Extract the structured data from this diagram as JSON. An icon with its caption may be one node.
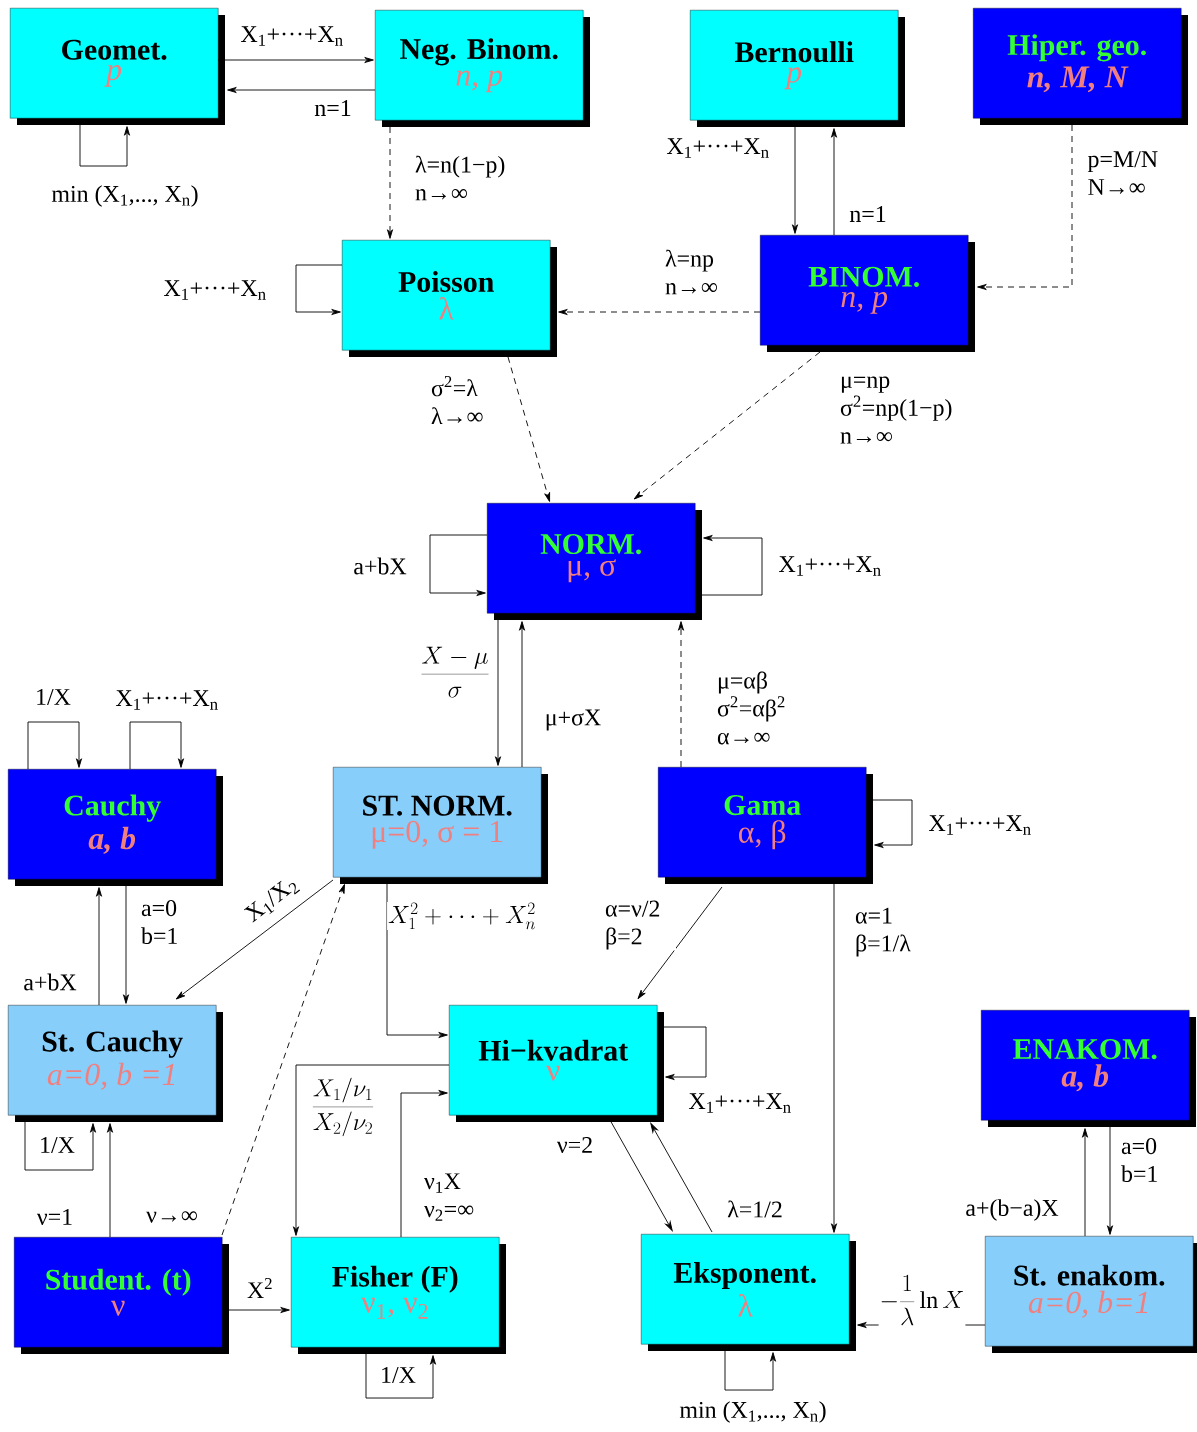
{
  "diagram": {
    "nodes": [
      {
        "text": [
          "Geomet.",
          "p"
        ]
      },
      {
        "text": [
          "Neg. Binom.",
          "n, p"
        ]
      },
      {
        "text": [
          "Bernoulli",
          "p"
        ]
      },
      {
        "text": [
          "Hiper. geo.",
          "n, M, N"
        ]
      },
      {
        "text": [
          "Poisson",
          "λ"
        ]
      },
      {
        "text": [
          "BINOM.",
          "n, p"
        ]
      },
      {
        "text": [
          "NORM.",
          "μ, σ"
        ]
      },
      {
        "text": [
          "Cauchy",
          "a, b"
        ]
      },
      {
        "text": [
          "ST. NORM.",
          "μ=0, σ = 1"
        ]
      },
      {
        "text": [
          "Gama",
          "α, β"
        ]
      },
      {
        "text": [
          "St. Cauchy",
          "a=0, b =1"
        ]
      },
      {
        "text": [
          "Hi−kvadrat",
          "ν"
        ]
      },
      {
        "text": [
          "ENAKOM.",
          "a, b"
        ]
      },
      {
        "text": [
          "Student. (t)",
          "ν"
        ]
      },
      {
        "text": [
          "Fisher (F)",
          "ν$_{1}$, ν$_{2}$"
        ]
      },
      {
        "text": [
          "Eksponent.",
          "λ"
        ]
      },
      {
        "text": [
          "St. enakom.",
          "a=0, b=1"
        ]
      }
    ],
    "edges": [
      {
        "from": 0,
        "to": 1,
        "arrow": "to",
        "label": "X$_{1}$+···+X$_{n}$"
      },
      {
        "from": 1,
        "to": 0,
        "arrow": "to",
        "label": "n=1"
      },
      {
        "from": 0,
        "to": 0,
        "arrow": "to",
        "label": "min (X$_{1}$,..., X$_{n}$)"
      },
      {
        "from": 1,
        "to": 4,
        "arrow": "to",
        "style": "dashed",
        "label": "λ=n(1−p) n→∞"
      },
      {
        "from": 2,
        "to": 5,
        "arrow": "to",
        "label": "X$_{1}$+···+X$_{n}$"
      },
      {
        "from": 5,
        "to": 2,
        "arrow": "to",
        "label": "n=1"
      },
      {
        "from": 3,
        "to": 5,
        "arrow": "to",
        "style": "dashed",
        "label": "p=M/N N→∞"
      },
      {
        "from": 4,
        "to": 4,
        "arrow": "to",
        "label": "X$_{1}$+···+X$_{n}$"
      },
      {
        "from": 5,
        "to": 4,
        "arrow": "to",
        "style": "dashed",
        "label": "λ=np n→∞"
      },
      {
        "from": 4,
        "to": 6,
        "arrow": "to",
        "style": "dashed",
        "label": "σ$^{2}$=λ λ→∞"
      },
      {
        "from": 5,
        "to": 6,
        "arrow": "to",
        "style": "dashed",
        "label": "μ=np σ$^{2}$=np(1−p) n→∞"
      },
      {
        "from": 6,
        "to": 6,
        "arrow": "to",
        "label": "a+bX"
      },
      {
        "from": 6,
        "to": 6,
        "arrow": "to",
        "label": "X$_{1}$+···+X$_{n}$"
      },
      {
        "from": 6,
        "to": 8,
        "arrow": "to",
        "label": "\\frac{X-\\mu}{\\sigma}"
      },
      {
        "from": 8,
        "to": 6,
        "arrow": "to",
        "label": "μ+σX"
      },
      {
        "from": 9,
        "to": 6,
        "arrow": "to",
        "style": "dashed",
        "label": "μ=αβ σ$^{2}$=αβ$^{2}$ α→∞"
      },
      {
        "from": 7,
        "to": 7,
        "arrow": "to",
        "label": "1/X"
      },
      {
        "from": 7,
        "to": 7,
        "arrow": "to",
        "label": "X$_{1}$+···+X$_{n}$"
      },
      {
        "from": 7,
        "to": 10,
        "arrow": "to",
        "label": "a=0 b=1"
      },
      {
        "from": 10,
        "to": 7,
        "arrow": "to",
        "label": "a+bX"
      },
      {
        "from": 8,
        "to": 10,
        "arrow": "to",
        "label": "X$_{1}$/X$_{2}$"
      },
      {
        "from": 9,
        "to": 9,
        "arrow": "to",
        "label": "X$_{1}$+···+X$_{n}$"
      },
      {
        "from": 9,
        "to": 11,
        "arrow": "to",
        "label": "α=ν/2 β=2"
      },
      {
        "from": 9,
        "to": 15,
        "arrow": "to",
        "label": "α=1 β=1/λ"
      },
      {
        "from": 8,
        "to": 11,
        "arrow": "to",
        "label": "X_1^2+\\cdots+X_n^2"
      },
      {
        "from": 11,
        "to": 11,
        "arrow": "to",
        "label": "X$_{1}$+···+X$_{n}$"
      },
      {
        "from": 11,
        "to": 14,
        "arrow": "to",
        "label": "\\frac{X_1/\\nu_1}{X_2/\\nu_2}"
      },
      {
        "from": 14,
        "to": 11,
        "arrow": "to",
        "label": "ν$_{1}$X ν$_{2}$=∞"
      },
      {
        "from": 11,
        "to": 15,
        "arrow": "to",
        "label": "ν=2"
      },
      {
        "from": 15,
        "to": 11,
        "arrow": "to",
        "label": "λ=1/2"
      },
      {
        "from": 10,
        "to": 10,
        "arrow": "to",
        "label": "1/X"
      },
      {
        "from": 13,
        "to": 10,
        "arrow": "to",
        "label": "ν=1"
      },
      {
        "from": 13,
        "to": 8,
        "arrow": "to",
        "style": "dashed",
        "label": "ν→∞"
      },
      {
        "from": 13,
        "to": 14,
        "arrow": "to",
        "label": "X$^{2}$"
      },
      {
        "from": 14,
        "to": 14,
        "arrow": "to",
        "label": "1/X"
      },
      {
        "from": 15,
        "to": 15,
        "arrow": "to",
        "label": "min (X$_{1}$,..., X$_{n}$)"
      },
      {
        "from": 16,
        "to": 12,
        "arrow": "to",
        "label": "a+(b−a)X"
      },
      {
        "from": 12,
        "to": 16,
        "arrow": "to",
        "label": "a=0 b=1"
      },
      {
        "from": 16,
        "to": 15,
        "arrow": "to",
        "label": "-\\frac{1}{\\lambda}\\ln X"
      }
    ]
  }
}
